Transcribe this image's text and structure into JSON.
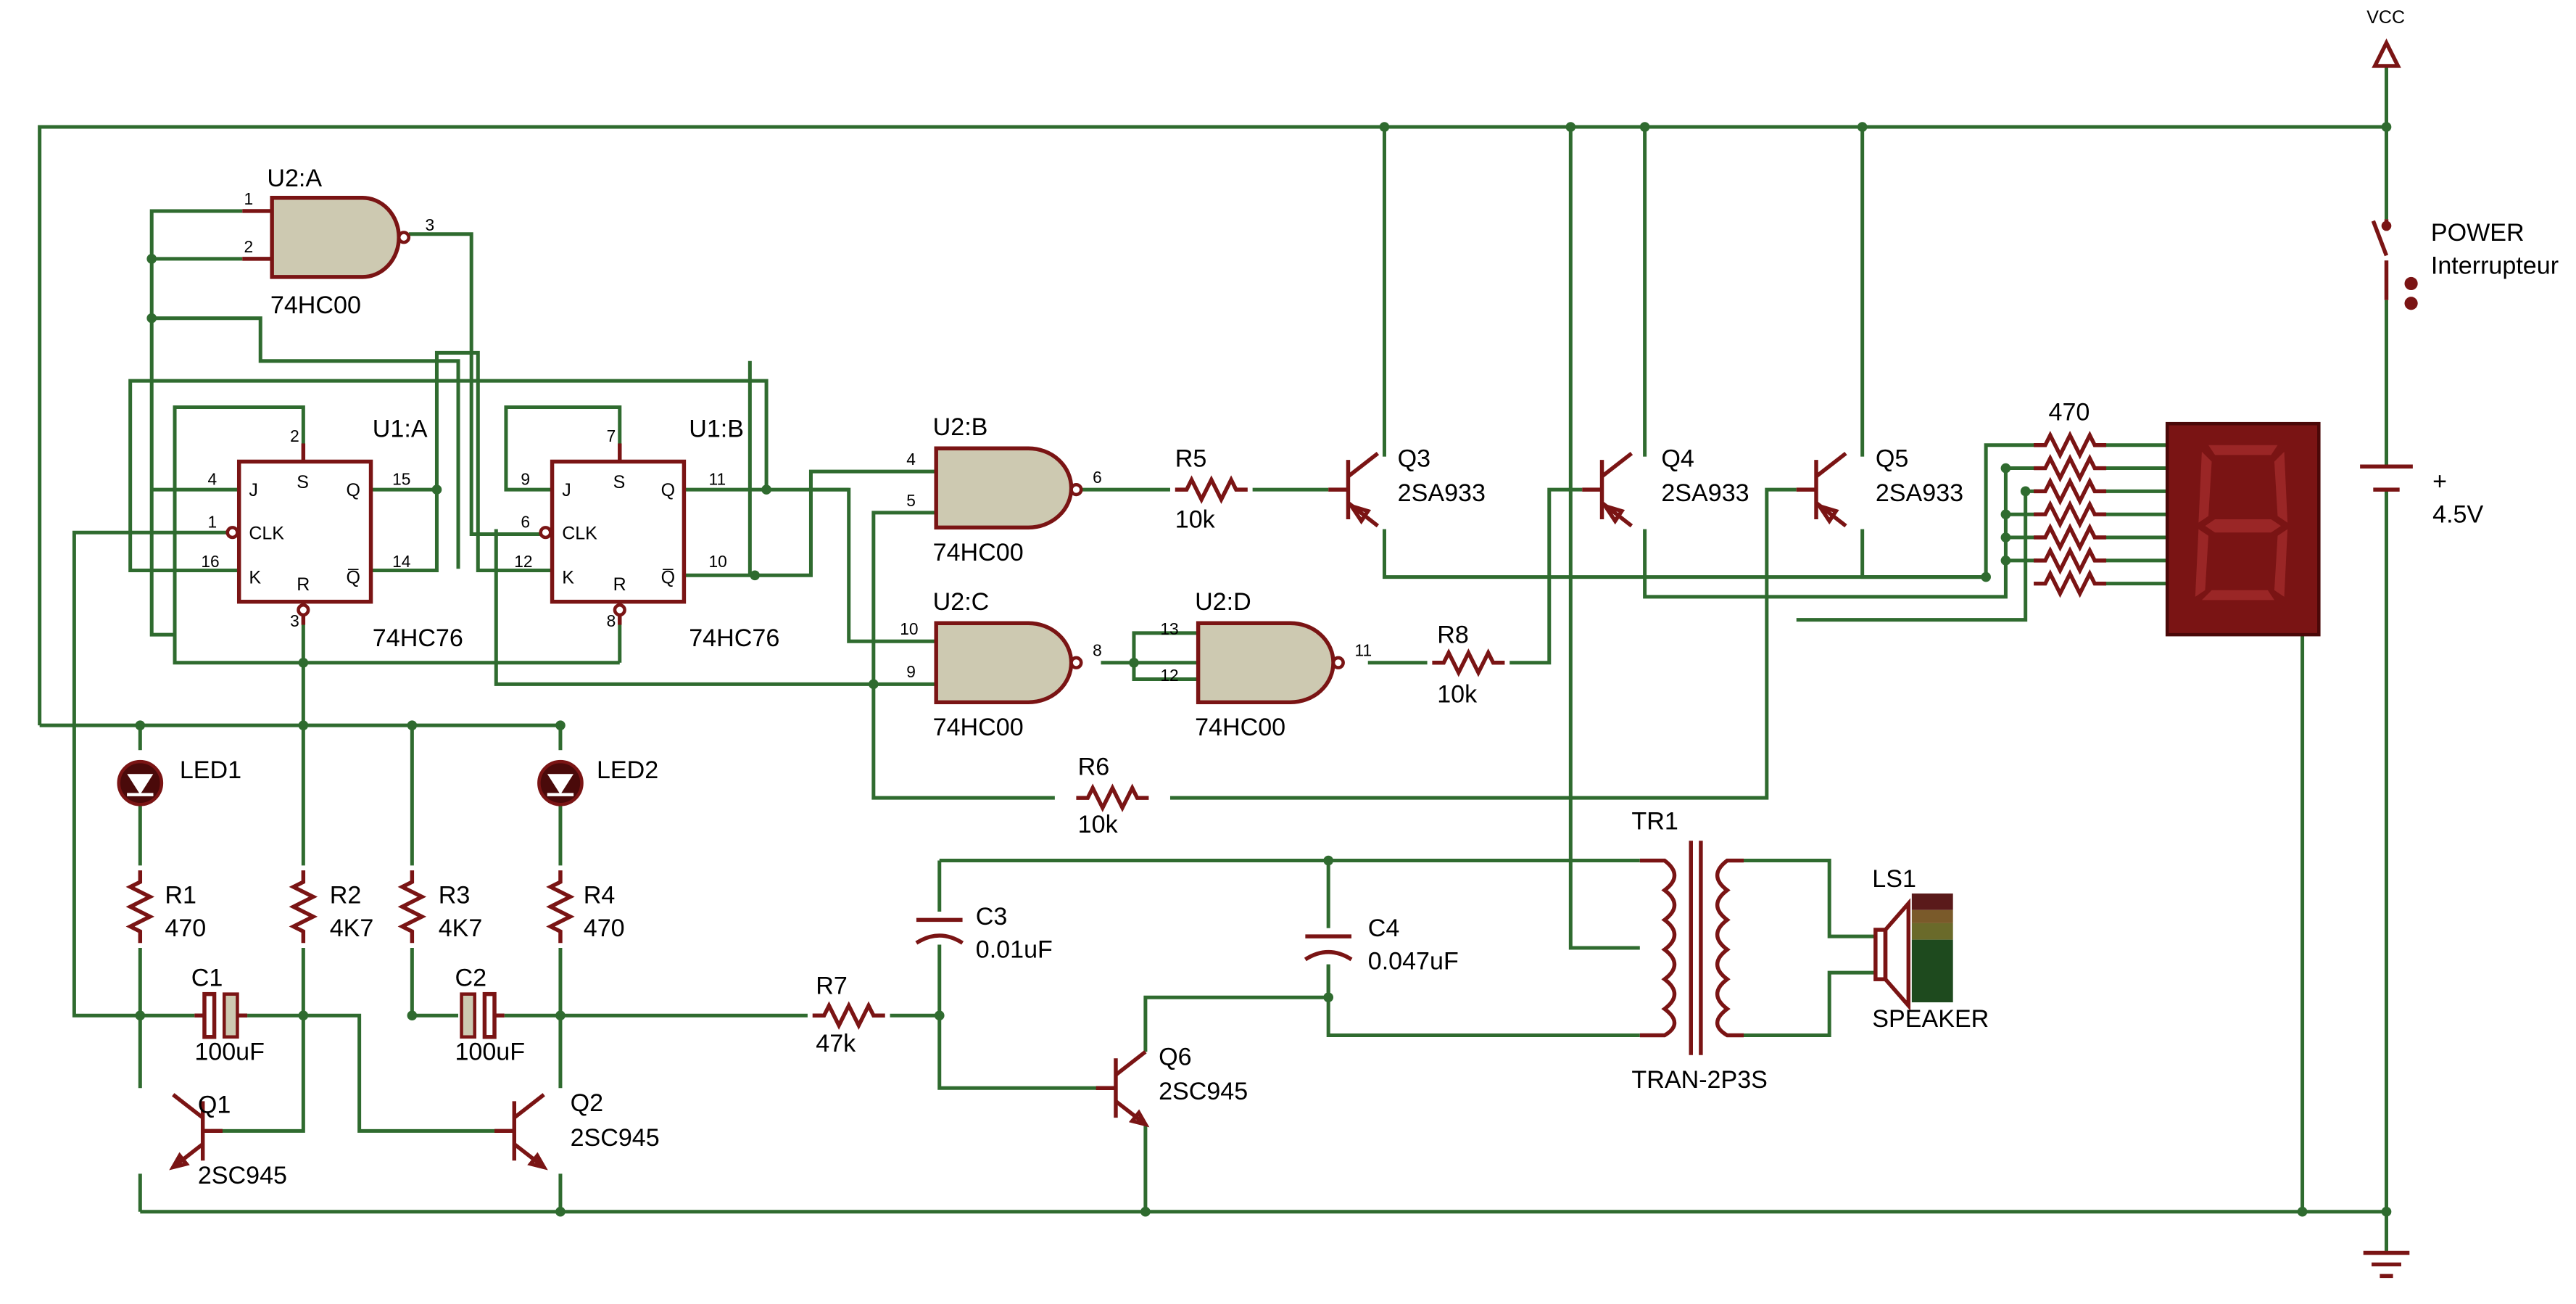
{
  "colors": {
    "wire": "#2f6b2f",
    "component": "#7a1414",
    "gate_fill": "#cdc9b1",
    "display_bg": "#7a1414",
    "display_segment": "#9a2626"
  },
  "power": {
    "vcc": "VCC",
    "switch_ref": "POWER",
    "switch_name": "Interrupteur",
    "battery_polarity": "+",
    "battery_voltage": "4.5V"
  },
  "gates": {
    "u2a": {
      "ref": "U2:A",
      "part": "74HC00",
      "pins": [
        "1",
        "2",
        "3"
      ]
    },
    "u2b": {
      "ref": "U2:B",
      "part": "74HC00",
      "pins": [
        "4",
        "5",
        "6"
      ]
    },
    "u2c": {
      "ref": "U2:C",
      "part": "74HC00",
      "pins": [
        "10",
        "9",
        "8"
      ]
    },
    "u2d": {
      "ref": "U2:D",
      "part": "74HC00",
      "pins": [
        "13",
        "12",
        "11"
      ]
    }
  },
  "flipflops": {
    "u1a": {
      "ref": "U1:A",
      "part": "74HC76",
      "pin_labels": [
        "J",
        "CLK",
        "K",
        "S",
        "R",
        "Q",
        "Q̅"
      ],
      "pins": {
        "j": "4",
        "clk": "1",
        "k": "16",
        "s": "2",
        "r": "3",
        "q": "15",
        "qn": "14"
      }
    },
    "u1b": {
      "ref": "U1:B",
      "part": "74HC76",
      "pin_labels": [
        "J",
        "CLK",
        "K",
        "S",
        "R",
        "Q",
        "Q̅"
      ],
      "pins": {
        "j": "9",
        "clk": "6",
        "k": "12",
        "s": "7",
        "r": "8",
        "q": "11",
        "qn": "10"
      }
    }
  },
  "resistors": {
    "r1": {
      "ref": "R1",
      "value": "470"
    },
    "r2": {
      "ref": "R2",
      "value": "4K7"
    },
    "r3": {
      "ref": "R3",
      "value": "4K7"
    },
    "r4": {
      "ref": "R4",
      "value": "470"
    },
    "r5": {
      "ref": "R5",
      "value": "10k"
    },
    "r6": {
      "ref": "R6",
      "value": "10k"
    },
    "r7": {
      "ref": "R7",
      "value": "47k"
    },
    "r8": {
      "ref": "R8",
      "value": "10k"
    },
    "rn": {
      "value": "470"
    }
  },
  "capacitors": {
    "c1": {
      "ref": "C1",
      "value": "100uF"
    },
    "c2": {
      "ref": "C2",
      "value": "100uF"
    },
    "c3": {
      "ref": "C3",
      "value": "0.01uF"
    },
    "c4": {
      "ref": "C4",
      "value": "0.047uF"
    }
  },
  "leds": {
    "led1": {
      "ref": "LED1"
    },
    "led2": {
      "ref": "LED2"
    }
  },
  "transistors": {
    "q1": {
      "ref": "Q1",
      "part": "2SC945"
    },
    "q2": {
      "ref": "Q2",
      "part": "2SC945"
    },
    "q3": {
      "ref": "Q3",
      "part": "2SA933"
    },
    "q4": {
      "ref": "Q4",
      "part": "2SA933"
    },
    "q5": {
      "ref": "Q5",
      "part": "2SA933"
    },
    "q6": {
      "ref": "Q6",
      "part": "2SC945"
    }
  },
  "transformer": {
    "ref": "TR1",
    "part": "TRAN-2P3S"
  },
  "speaker": {
    "ref": "LS1",
    "part": "SPEAKER"
  }
}
